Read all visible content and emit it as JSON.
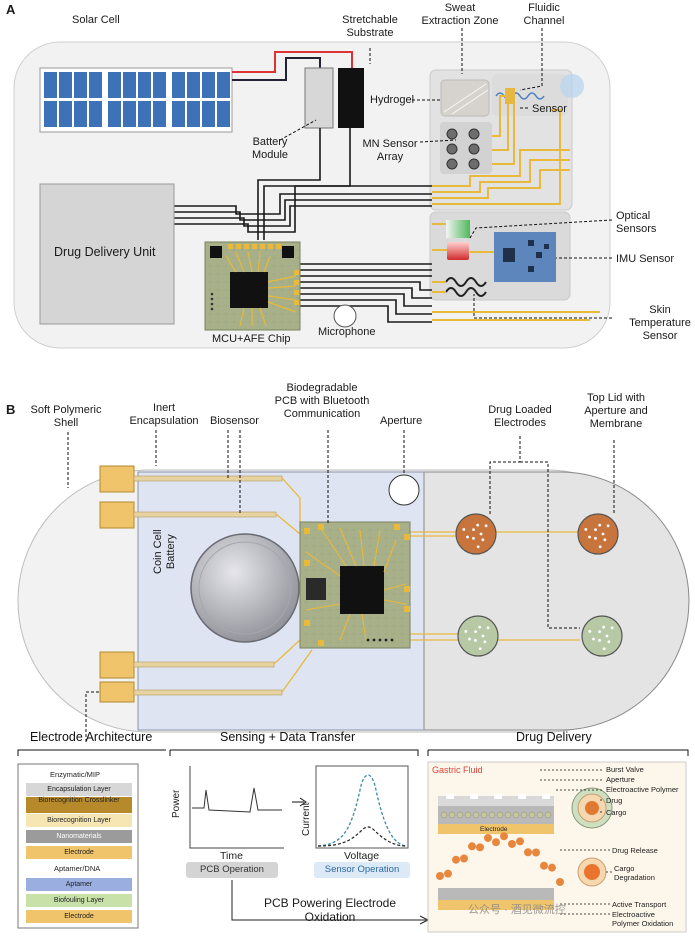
{
  "panel_a": {
    "letter": "A",
    "labels": {
      "solar_cell": "Solar Cell",
      "stretchable_substrate": [
        "Stretchable",
        "Substrate"
      ],
      "sweat_extraction_zone": [
        "Sweat",
        "Extraction Zone"
      ],
      "fluidic_channel": [
        "Fluidic",
        "Channel"
      ],
      "hydrogel": "Hydrogel",
      "sensor": "Sensor",
      "battery_module": [
        "Battery",
        "Module"
      ],
      "mn_sensor_array": [
        "MN Sensor",
        "Array"
      ],
      "drug_delivery_unit": "Drug Delivery Unit",
      "optical_sensors": [
        "Optical",
        "Sensors"
      ],
      "imu_sensor": "IMU Sensor",
      "skin_temperature_sensor": [
        "Skin",
        "Temperature",
        "Sensor"
      ],
      "microphone": "Microphone",
      "mcu_afe_chip": "MCU+AFE Chip"
    }
  },
  "panel_b": {
    "letter": "B",
    "labels": {
      "soft_polymeric_shell": [
        "Soft Polymeric",
        "Shell"
      ],
      "inert_encapsulation": [
        "Inert",
        "Encapsulation"
      ],
      "biosensor": "Biosensor",
      "biodegradable_pcb": [
        "Biodegradable",
        "PCB with Bluetooth",
        "Communication"
      ],
      "aperture": "Aperture",
      "drug_loaded_electrodes": [
        "Drug Loaded",
        "Electrodes"
      ],
      "top_lid": [
        "Top Lid with",
        "Aperture and",
        "Membrane"
      ],
      "coin_cell_battery": [
        "Coin Cell",
        "Battery"
      ]
    },
    "sections": {
      "electrode_architecture": "Electrode Architecture",
      "sensing_data_transfer": "Sensing + Data Transfer",
      "drug_delivery": "Drug Delivery"
    },
    "electrode_stack": {
      "group1_title": "Enzymatic/MIP",
      "group1_layers": [
        "Encapsulation Layer",
        "Biorecognition Crosslinker",
        "Biorecognition Layer",
        "Nanomaterials",
        "Electrode"
      ],
      "group2_title": "Aptamer/DNA",
      "group2_layers": [
        "Aptamer",
        "Biofouling Layer",
        "Electrode"
      ]
    },
    "sensing": {
      "power_axis": "Power",
      "time_axis": "Time",
      "current_axis": "Current",
      "voltage_axis": "Voltage",
      "pcb_operation": "PCB Operation",
      "sensor_operation": "Sensor Operation",
      "pcb_powering": [
        "PCB Powering Electrode",
        "Oxidation"
      ]
    },
    "drug_delivery": {
      "gastric_fluid": "Gastric Fluid",
      "burst_valve": "Burst Valve",
      "aperture": "Aperture",
      "electroactive_polymer": "Electroactive Polymer",
      "drug": "Drug",
      "cargo": "Cargo",
      "electrode": "Electrode",
      "drug_release": "Drug Release",
      "cargo_degradation": [
        "Cargo",
        "Degradation"
      ],
      "active_transport": "Active Transport",
      "electroactive_polymer_oxidation": [
        "Electroactive",
        "Polymer Oxidation"
      ]
    }
  },
  "watermark": "公众号 · 酒见微流控",
  "colors": {
    "solar": "#3d72b8",
    "gold": "#e8b93a",
    "pcb": "#a9b28c",
    "chip": "#111111",
    "shell": "#f3f3f3",
    "drug_orange": "#c7743d",
    "drug_green": "#b6c9a4",
    "sensor_red": "#e03a3a",
    "sensor_green": "#4fb85a",
    "imu_blue": "#5d86bd"
  }
}
